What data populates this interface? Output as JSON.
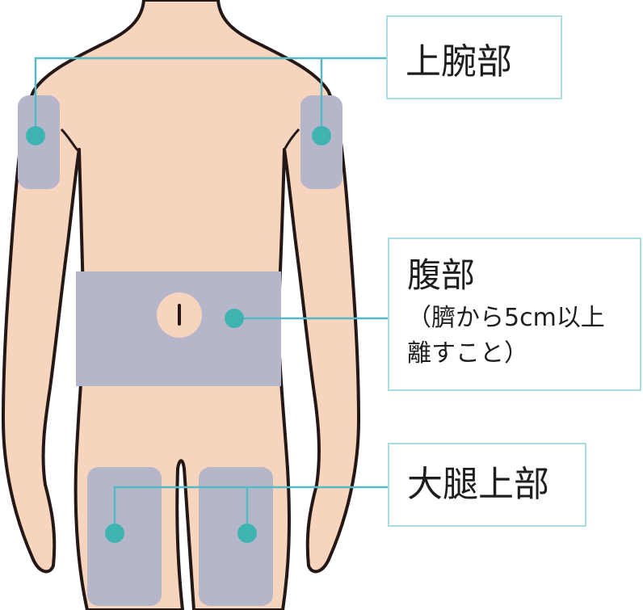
{
  "labels": {
    "upper_arm": "上腕部",
    "abdomen": "腹部",
    "abdomen_note_line1": "（臍から5cm以上",
    "abdomen_note_line2": "離すこと）",
    "thigh": "大腿上部"
  },
  "colors": {
    "skin": "#f6d4be",
    "outline": "#231815",
    "injection_zone": "#b6b6cb",
    "marker": "#3fb3b2",
    "leader_line": "#57b9c3",
    "box_border": "#a8dde3",
    "text": "#1e1e1e"
  }
}
